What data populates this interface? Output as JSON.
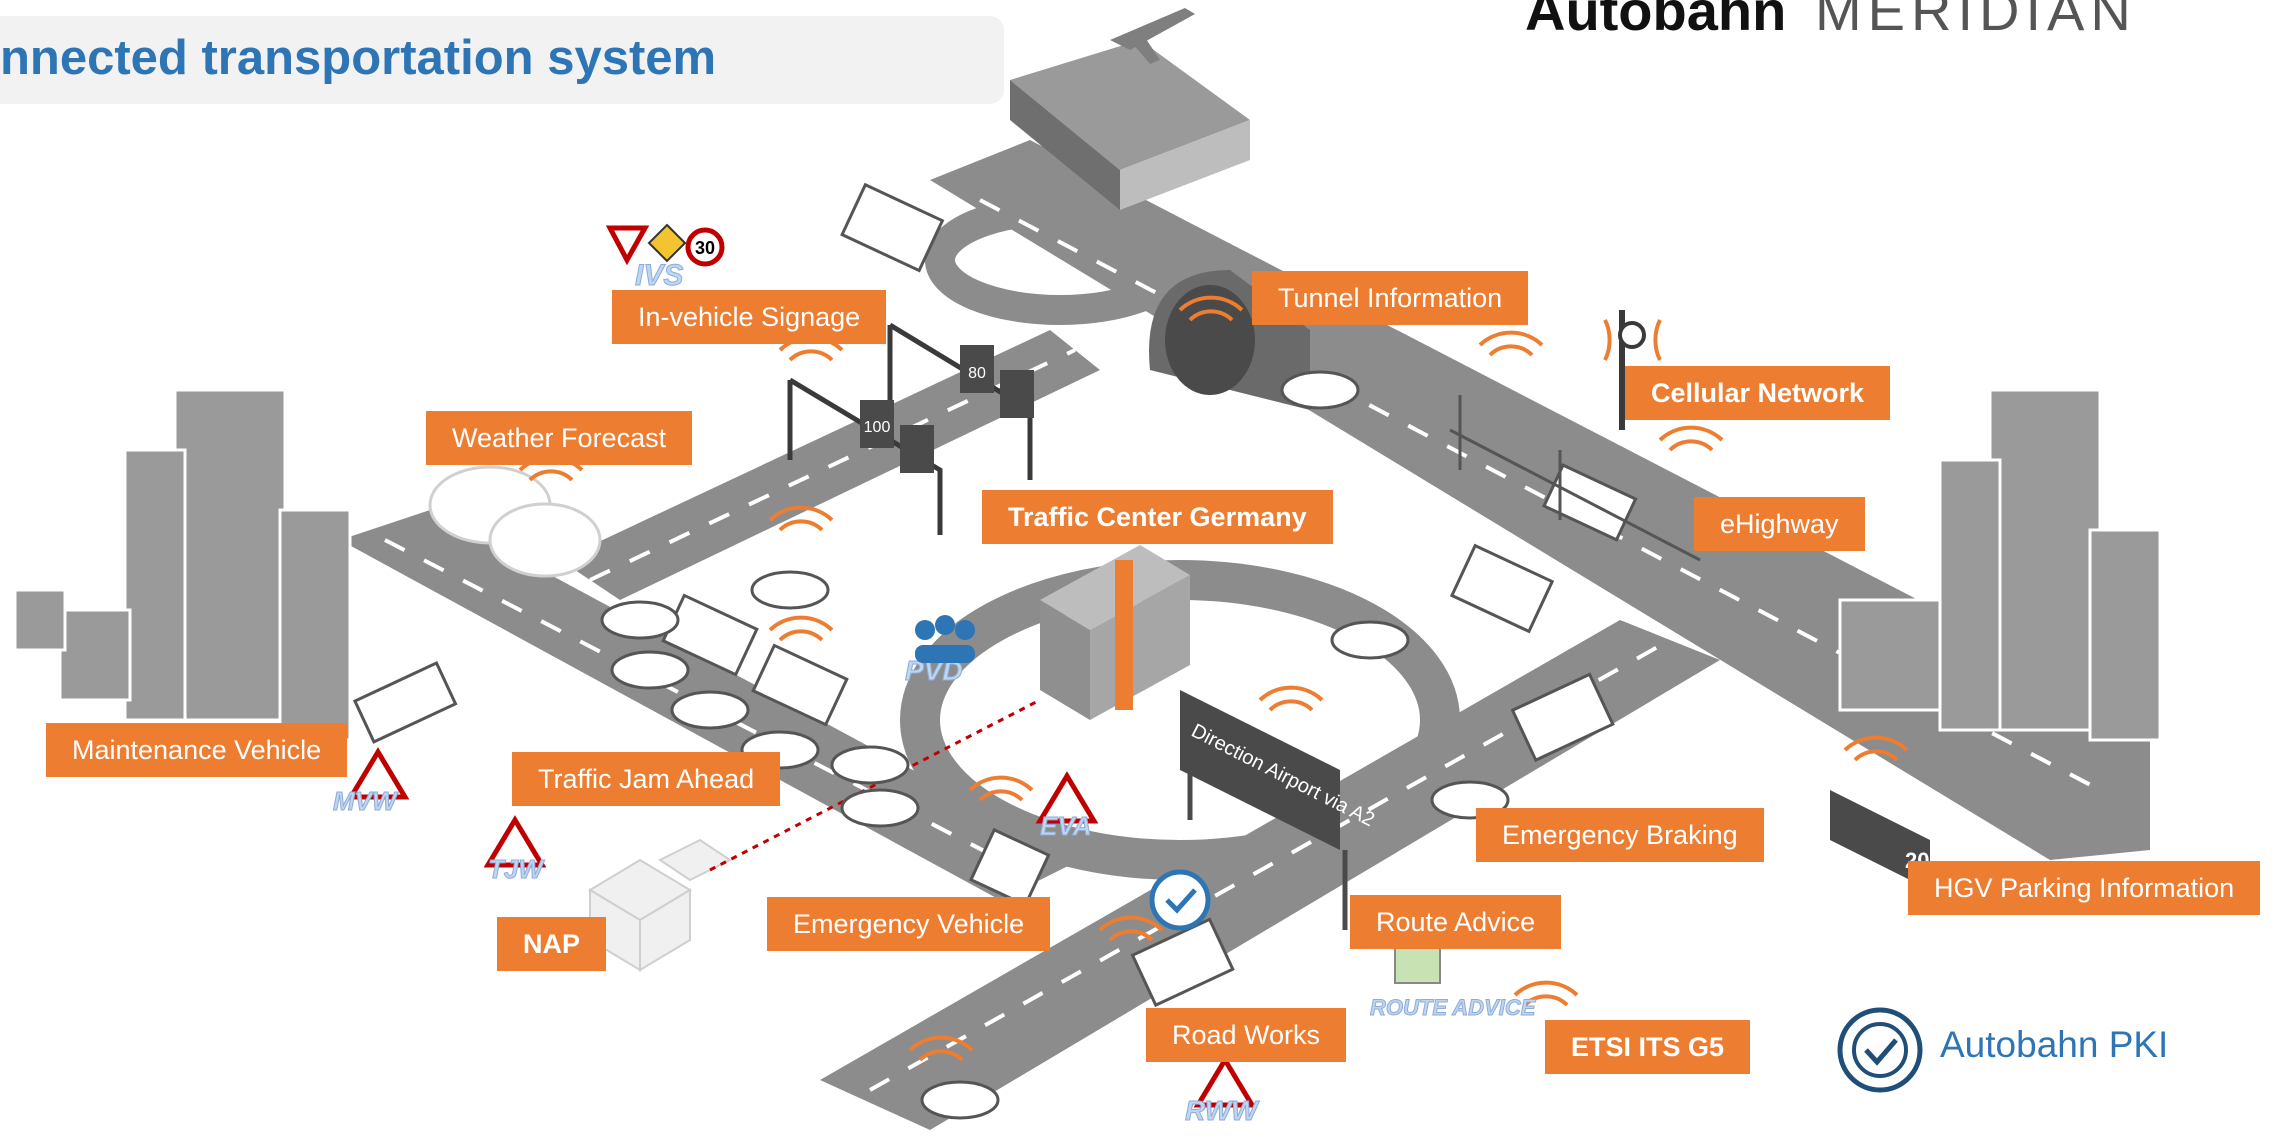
{
  "header": {
    "title": "nnected transportation system",
    "logo_left": "Autobahn",
    "logo_right": "MERIDIAN"
  },
  "labels": {
    "in_vehicle_signage": "In-vehicle Signage",
    "tunnel_information": "Tunnel Information",
    "cellular_network": "Cellular Network",
    "weather_forecast": "Weather Forecast",
    "traffic_center_germany": "Traffic Center Germany",
    "ehighway": "eHighway",
    "maintenance_vehicle": "Maintenance Vehicle",
    "traffic_jam_ahead": "Traffic Jam Ahead",
    "nap": "NAP",
    "emergency_vehicle": "Emergency Vehicle",
    "emergency_braking": "Emergency Braking",
    "hgv_parking_information": "HGV Parking Information",
    "route_advice": "Route Advice",
    "road_works": "Road Works",
    "etsi_its_g5": "ETSI ITS G5"
  },
  "icon_tags": {
    "ivs": "IVS",
    "pvd": "PVD",
    "mvw": "MVW",
    "tjw": "TJW",
    "eva": "EVA",
    "rww": "RWW",
    "route_advice_tag": "ROUTE ADVICE"
  },
  "road_signs": {
    "speed_30": "30",
    "gantry_80": "80",
    "gantry_100": "100",
    "direction_sign": "Direction Airport via A2",
    "parking_20": "20"
  },
  "pki": {
    "label": "Autobahn PKI"
  },
  "colors": {
    "accent": "#ed7d31",
    "title_blue": "#2e75b6",
    "road": "#8c8c8c",
    "building": "#9a9a9a"
  }
}
